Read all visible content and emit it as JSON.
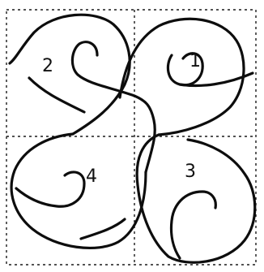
{
  "labels": [
    {
      "id": "q1",
      "text": "1"
    },
    {
      "id": "q2",
      "text": "2"
    },
    {
      "id": "q3",
      "text": "3"
    },
    {
      "id": "q4",
      "text": "4"
    }
  ]
}
